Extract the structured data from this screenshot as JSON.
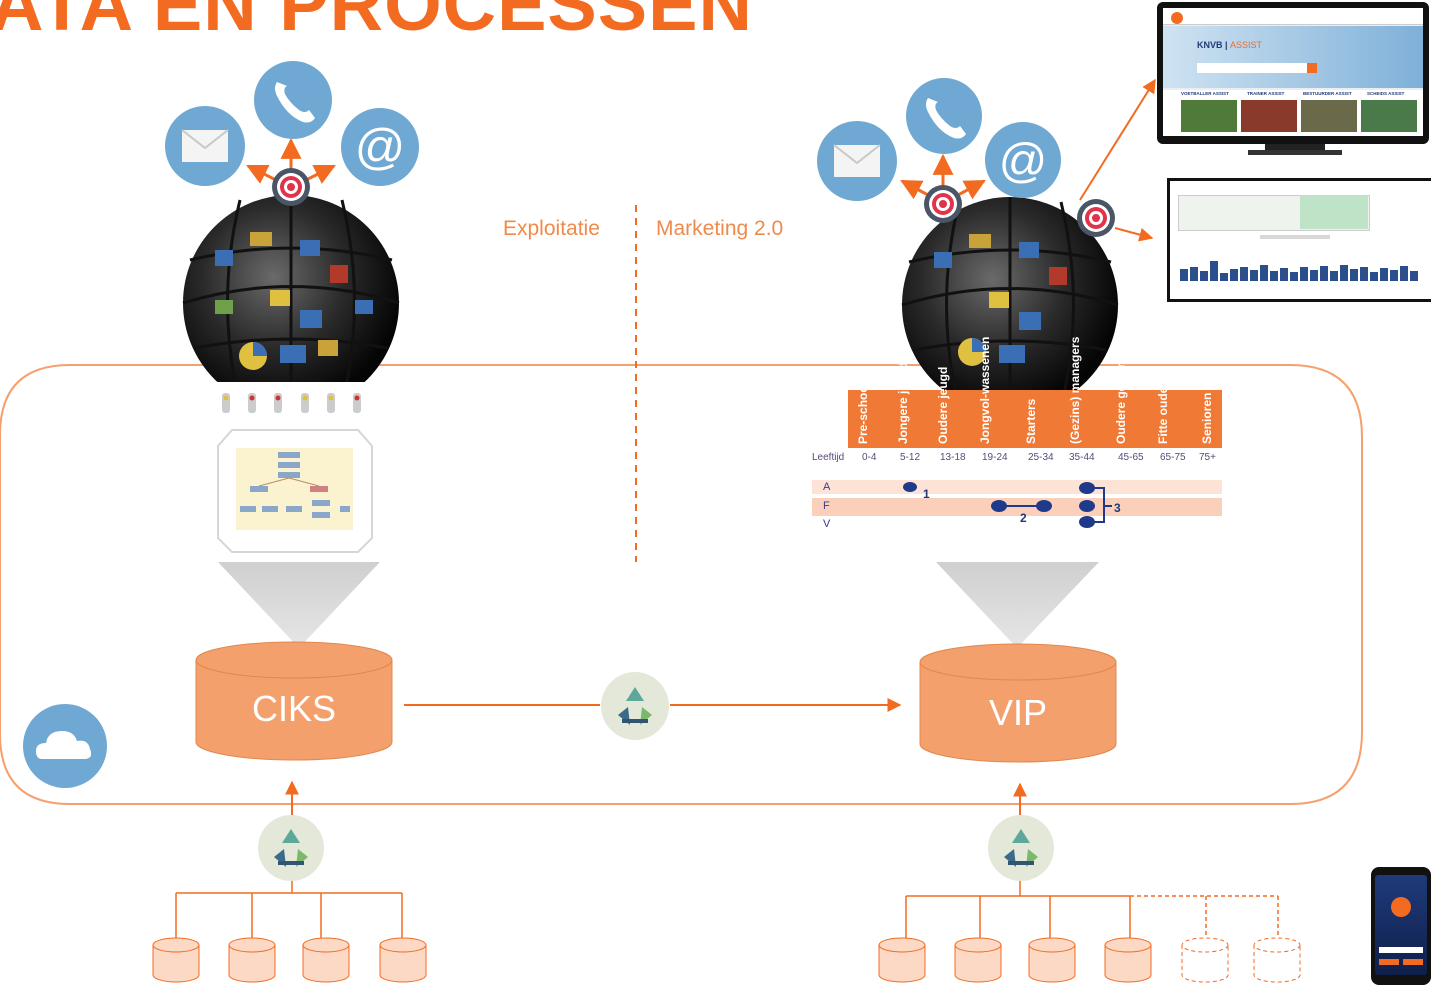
{
  "title": "ATA EN PROCESSEN",
  "divider": {
    "left_label": "Exploitatie",
    "right_label": "Marketing 2.0"
  },
  "databases": {
    "left": "CIKS",
    "right": "VIP"
  },
  "icons": {
    "mail": "envelope-icon",
    "phone": "phone-icon",
    "at": "at-sign-icon",
    "target": "target-icon",
    "recycle": "recycle-icon",
    "cloud": "cloud-icon"
  },
  "colors": {
    "accent": "#f26b21",
    "accent_light": "#f5a06e",
    "icon_blue": "#6fa8d2",
    "db_fill": "#f4a06d",
    "db_small": "#fbd9c4"
  },
  "monitor": {
    "brand": "KNVB",
    "brand_suffix": "ASSIST",
    "tiles": [
      "VOETBALLER ASSIST",
      "TRAINER ASSIST",
      "BESTUURDER ASSIST",
      "SCHEIDS ASSIST"
    ]
  },
  "segment_table": {
    "headers": [
      "Pre-school",
      "Jongere jeugd",
      "Oudere jeugd",
      "Jongvol-wassenen",
      "Starters",
      "(Gezins) managers",
      "Oudere gezinnen",
      "Fitte ouderen",
      "Senioren"
    ],
    "age_label": "Leeftijd",
    "ages": [
      "0-4",
      "5-12",
      "13-18",
      "19-24",
      "25-34",
      "35-44",
      "45-65",
      "65-75",
      "75+"
    ],
    "rows": [
      "A",
      "F",
      "V"
    ],
    "markers": [
      "1",
      "2",
      "3"
    ]
  }
}
